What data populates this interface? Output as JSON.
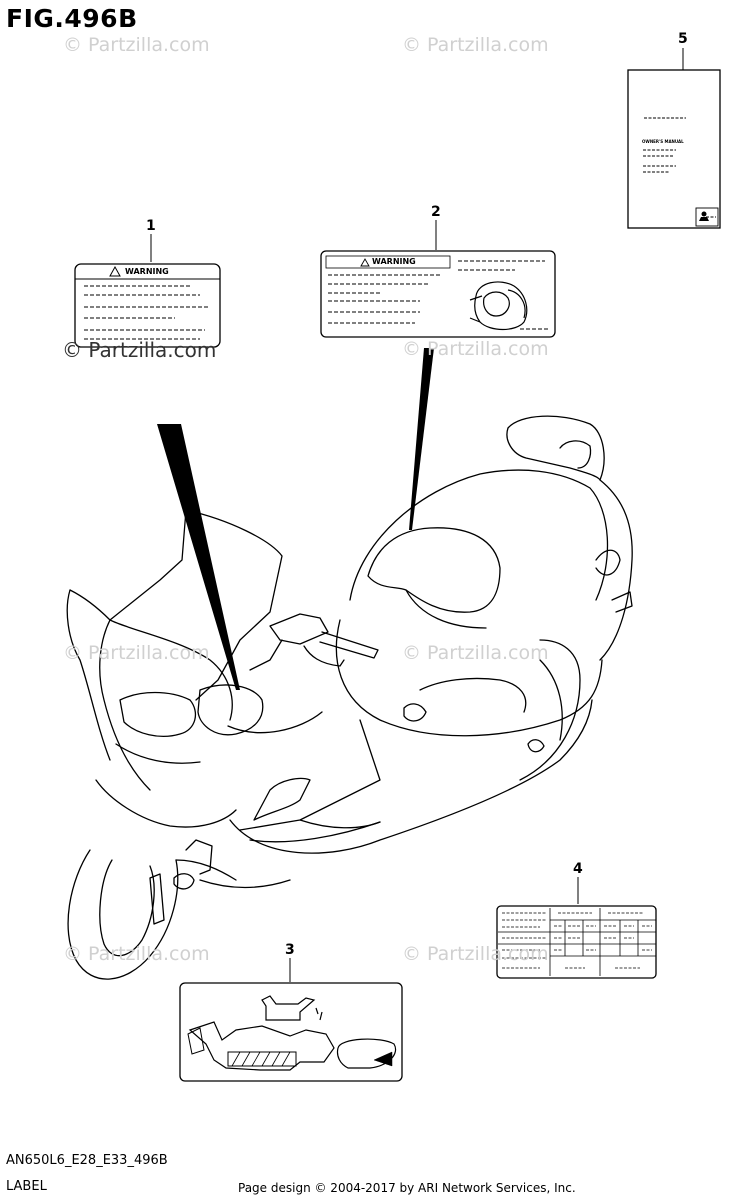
{
  "figure": {
    "title": "FIG.496B",
    "model_code": "AN650L6_E28_E33_496B",
    "caption": "LABEL"
  },
  "footer": {
    "text": "Page design © 2004-2017 by ARI Network Services, Inc."
  },
  "watermark": {
    "text": "© Partzilla.com"
  },
  "callouts": [
    {
      "number": "1"
    },
    {
      "number": "2"
    },
    {
      "number": "3"
    },
    {
      "number": "4"
    },
    {
      "number": "5"
    }
  ],
  "labels": {
    "warning_1": "WARNING",
    "warning_2": "WARNING",
    "owners_manual": "OWNER'S MANUAL"
  }
}
